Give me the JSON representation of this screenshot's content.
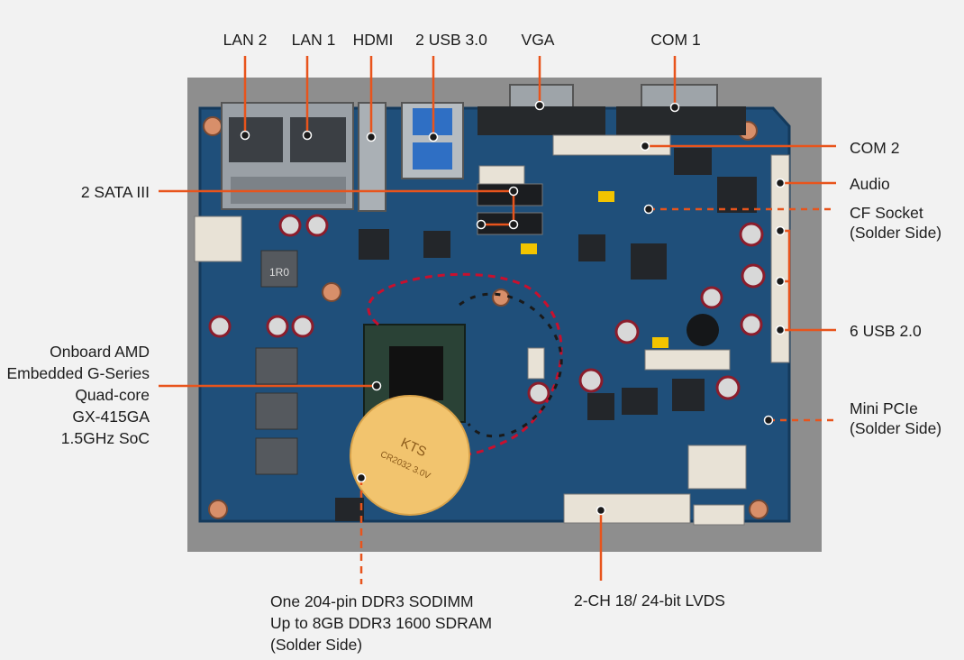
{
  "colors": {
    "background": "#f2f2f2",
    "backdrop": "#8e8e8e",
    "pcb": "#1f4f7a",
    "callout_line": "#e8541c",
    "text": "#1c1c1c"
  },
  "labels": {
    "lan2": "LAN 2",
    "lan1": "LAN 1",
    "hdmi": "HDMI",
    "usb3": "2 USB 3.0",
    "vga": "VGA",
    "com1": "COM 1",
    "com2": "COM 2",
    "audio": "Audio",
    "cf_socket": [
      "CF Socket",
      "(Solder Side)"
    ],
    "sata": "2 SATA III",
    "usb2": "6 USB 2.0",
    "soc": [
      "Onboard AMD",
      "Embedded G-Series",
      "Quad-core",
      "GX-415GA",
      "1.5GHz SoC"
    ],
    "mini_pcie": [
      "Mini PCIe",
      "(Solder Side)"
    ],
    "sodimm": [
      "One 204-pin DDR3 SODIMM",
      "Up to 8GB DDR3 1600 SDRAM",
      "(Solder Side)"
    ],
    "lvds": "2-CH 18/ 24-bit LVDS"
  },
  "board_markings": {
    "battery": "KTS",
    "battery_model": "CR2032  3.0V",
    "cap": "1R0"
  }
}
